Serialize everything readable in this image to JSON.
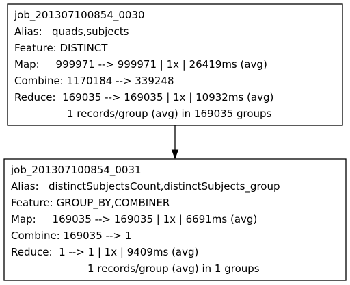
{
  "diagram": {
    "nodes": [
      {
        "id": "job_201307100854_0030",
        "lines": [
          "job_201307100854_0030",
          "Alias:   quads,subjects",
          "Feature: DISTINCT",
          "Map:     999971 --> 999971 | 1x | 26419ms (avg)",
          "Combine: 1170184 --> 339248",
          "Reduce:  169035 --> 169035 | 1x | 10932ms (avg)",
          "1 records/group (avg) in 169035 groups"
        ]
      },
      {
        "id": "job_201307100854_0031",
        "lines": [
          "job_201307100854_0031",
          "Alias:   distinctSubjectsCount,distinctSubjects_group",
          "Feature: GROUP_BY,COMBINER",
          "Map:     169035 --> 169035 | 1x | 6691ms (avg)",
          "Combine: 169035 --> 1",
          "Reduce:  1 --> 1 | 1x | 9409ms (avg)",
          "1 records/group (avg) in 1 groups"
        ]
      }
    ],
    "edges": [
      {
        "from": "job_201307100854_0030",
        "to": "job_201307100854_0031"
      }
    ]
  }
}
